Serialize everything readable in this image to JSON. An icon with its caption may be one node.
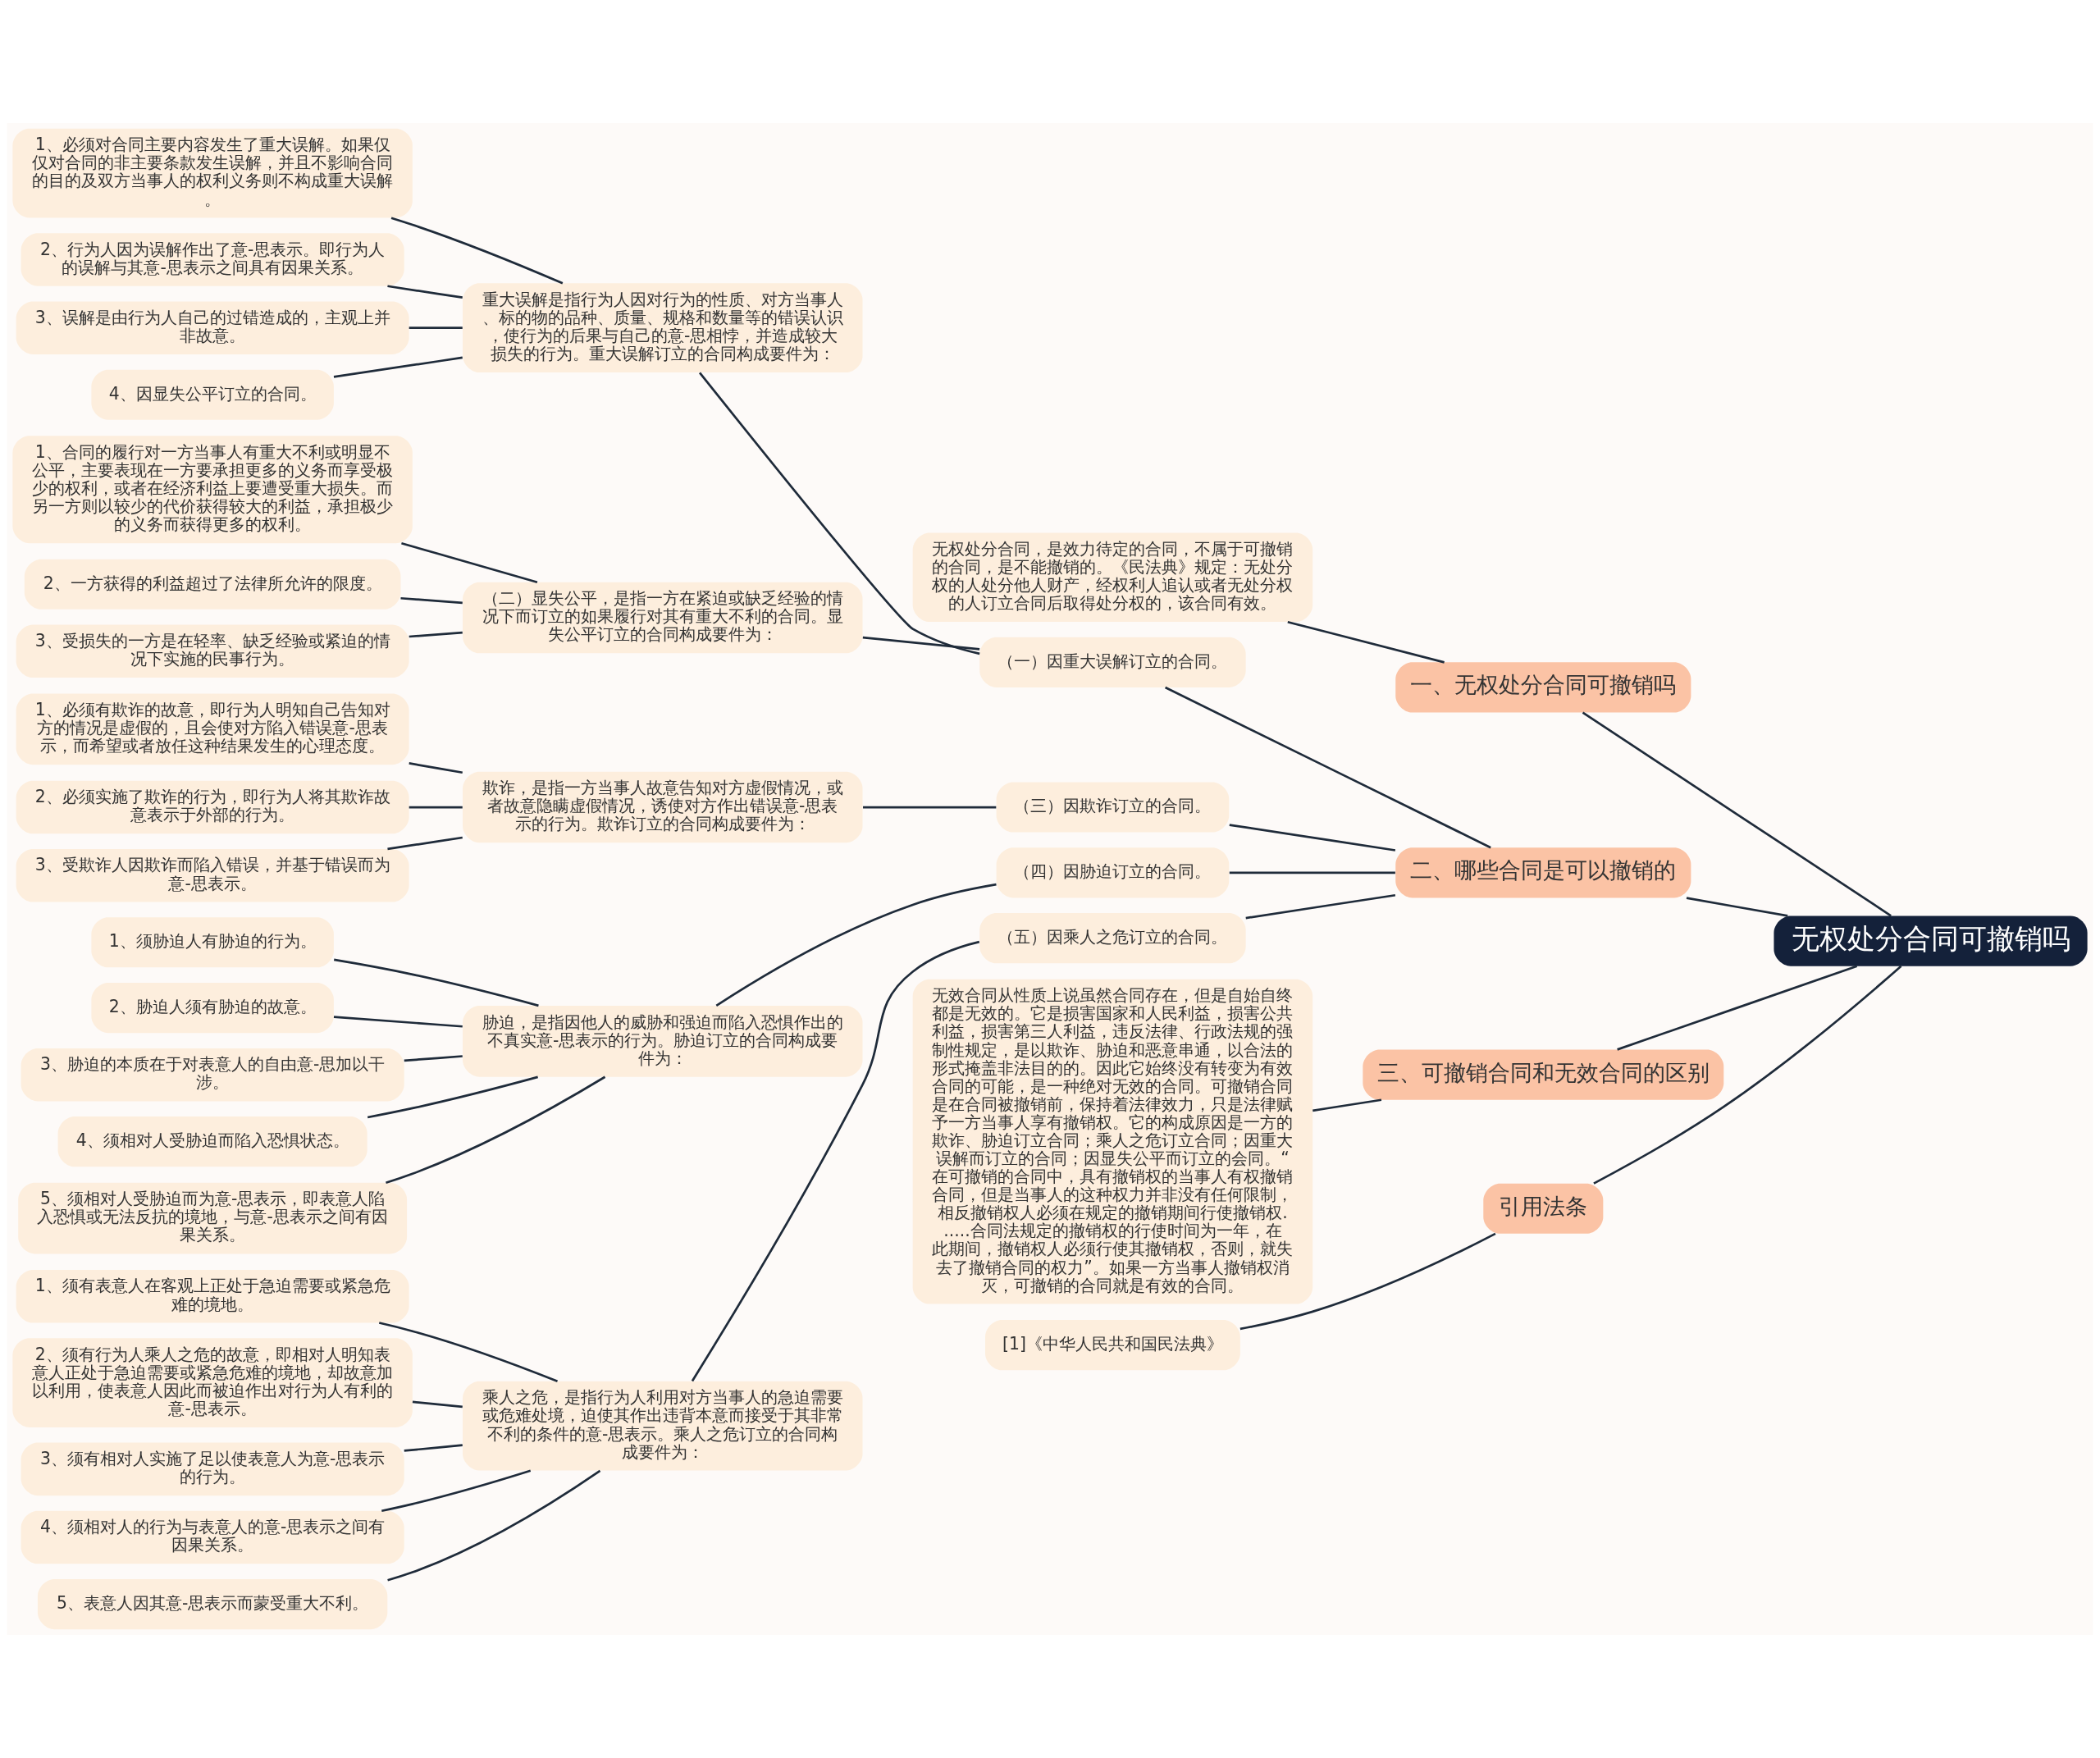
{
  "diagram": {
    "nodes": [
      {
        "text": [
          "无权处分合同可撤销吗"
        ]
      },
      {
        "text": [
          "一、无权处分合同可撤销吗"
        ]
      },
      {
        "text": [
          "无权处分合同，是效力待定的合同，不属于可撤销的合同，是不能撤销的。《民法典》规定：无处分权的人处分他人财产，经权利人追认或者无处分权的人订立合同后取得处分权的，该合同有效。"
        ]
      },
      {
        "text": [
          "二、哪些合同是可以撤销的"
        ]
      },
      {
        "text": [
          "（一）因重大误解订立的合同。"
        ]
      },
      {
        "text": [
          "重大误解是指行为人因对行为的性质、对方当事人、标的物的品种、质量、规格和数量等的错误认识，使行为的后果与自己的意-思相悖，并造成较大损失的行为。重大误解订立的合同构成要件为："
        ]
      },
      {
        "text": [
          "1、必须对合同主要内容发生了重大误解。如果仅仅对合同的非主要条款发生误解，并且不影响合同的目的及双方当事人的权利义务则不构成重大误解。"
        ]
      },
      {
        "text": [
          "2、行为人因为误解作出了意-思表示。即行为人的误解与其意-思表示之间具有因果关系。"
        ]
      },
      {
        "text": [
          "3、误解是由行为人自己的过错造成的，主观上并非故意。"
        ]
      },
      {
        "text": [
          "4、因显失公平订立的合同。"
        ]
      },
      {
        "text": [
          "（二）显失公平，是指一方在紧迫或缺乏经验的情况下而订立的如果履行对其有重大不利的合同。显失公平订立的合同构成要件为："
        ]
      },
      {
        "text": [
          "1、合同的履行对一方当事人有重大不利或明显不公平，主要表现在一方要承担更多的义务而享受极少的权利，或者在经济利益上要遭受重大损失。而另一方则以较少的代价获得较大的利益，承担极少的义务而获得更多的权利。"
        ]
      },
      {
        "text": [
          "2、一方获得的利益超过了法律所允许的限度。"
        ]
      },
      {
        "text": [
          "3、受损失的一方是在轻率、缺乏经验或紧迫的情况下实施的民事行为。"
        ]
      },
      {
        "text": [
          "（三）因欺诈订立的合同。"
        ]
      },
      {
        "text": [
          "欺诈，是指一方当事人故意告知对方虚假情况，或者故意隐瞒虚假情况，诱使对方作出错误意-思表示的行为。欺诈订立的合同构成要件为："
        ]
      },
      {
        "text": [
          "1、必须有欺诈的故意，即行为人明知自己告知对方的情况是虚假的，且会使对方陷入错误意-思表示，而希望或者放任这种结果发生的心理态度。"
        ]
      },
      {
        "text": [
          "2、必须实施了欺诈的行为，即行为人将其欺诈故意表示于外部的行为。"
        ]
      },
      {
        "text": [
          "3、受欺诈人因欺诈而陷入错误，并基于错误而为意-思表示。"
        ]
      },
      {
        "text": [
          "（四）因胁迫订立的合同。"
        ]
      },
      {
        "text": [
          "胁迫，是指因他人的威胁和强迫而陷入恐惧作出的不真实意-思表示的行为。胁迫订立的合同构成要件为："
        ]
      },
      {
        "text": [
          "1、须胁迫人有胁迫的行为。"
        ]
      },
      {
        "text": [
          "2、胁迫人须有胁迫的故意。"
        ]
      },
      {
        "text": [
          "3、胁迫的本质在于对表意人的自由意-思加以干涉。"
        ]
      },
      {
        "text": [
          "4、须相对人受胁迫而陷入恐惧状态。"
        ]
      },
      {
        "text": [
          "5、须相对人受胁迫而为意-思表示，即表意人陷入恐惧或无法反抗的境地，与意-思表示之间有因果关系。"
        ]
      },
      {
        "text": [
          "（五）因乘人之危订立的合同。"
        ]
      },
      {
        "text": [
          "乘人之危，是指行为人利用对方当事人的急迫需要或危难处境，迫使其作出违背本意而接受于其非常不利的条件的意-思表示。乘人之危订立的合同构成要件为："
        ]
      },
      {
        "text": [
          "1、须有表意人在客观上正处于急迫需要或紧急危难的境地。"
        ]
      },
      {
        "text": [
          "2、须有行为人乘人之危的故意，即相对人明知表意人正处于急迫需要或紧急危难的境地，却故意加以利用，使表意人因此而被迫作出对行为人有利的意-思表示。"
        ]
      },
      {
        "text": [
          "3、须有相对人实施了足以使表意人为意-思表示的行为。"
        ]
      },
      {
        "text": [
          "4、须相对人的行为与表意人的意-思表示之间有因果关系。"
        ]
      },
      {
        "text": [
          "5、表意人因其意-思表示而蒙受重大不利。"
        ]
      },
      {
        "text": [
          "三、可撤销合同和无效合同的区别"
        ]
      },
      {
        "text": [
          "无效合同从性质上说虽然合同存在，但是自始自终都是无效的。它是损害国家和人民利益，损害公共利益，损害第三人利益，违反法律、行政法规的强制性规定，是以欺诈、胁迫和恶意串通，以合法的形式掩盖非法目的的。因此它始终没有转变为有效合同的可能，是一种绝对无效的合同。可撤销合同是在合同被撤销前，保持着法律效力，只是法律赋予一方当事人享有撤销权。它的构成原因是一方的欺诈、胁迫订立合同；乘人之危订立合同；因重大误解而订立的合同；因显失公平而订立的会同。“在可撤销的合同中，具有撤销权的当事人有权撤销合同，但是当事人的这种权力并非没有任何限制，相反撤销权人必须在规定的撤销期间行使撤销权......合同法规定的撤销权的行使时间为一年，在此期间，撤销权人必须行使其撤销权，否则，就失去了撤销合同的权力”。如果一方当事人撤销权消灭，可撤销的合同就是有效的合同。"
        ]
      },
      {
        "text": [
          "引用法条"
        ]
      },
      {
        "text": [
          "[1]《中华人民共和国民法典》"
        ]
      }
    ],
    "edges": [
      {
        "from": 0,
        "to": 1,
        "arrow": "none"
      },
      {
        "from": 1,
        "to": 2,
        "arrow": "none"
      },
      {
        "from": 0,
        "to": 3,
        "arrow": "none"
      },
      {
        "from": 3,
        "to": 4,
        "arrow": "none"
      },
      {
        "from": 4,
        "to": 5,
        "arrow": "none"
      },
      {
        "from": 5,
        "to": 6,
        "arrow": "none"
      },
      {
        "from": 5,
        "to": 7,
        "arrow": "none"
      },
      {
        "from": 5,
        "to": 8,
        "arrow": "none"
      },
      {
        "from": 5,
        "to": 9,
        "arrow": "none"
      },
      {
        "from": 4,
        "to": 10,
        "arrow": "none"
      },
      {
        "from": 10,
        "to": 11,
        "arrow": "none"
      },
      {
        "from": 10,
        "to": 12,
        "arrow": "none"
      },
      {
        "from": 10,
        "to": 13,
        "arrow": "none"
      },
      {
        "from": 3,
        "to": 14,
        "arrow": "none"
      },
      {
        "from": 14,
        "to": 15,
        "arrow": "none"
      },
      {
        "from": 15,
        "to": 16,
        "arrow": "none"
      },
      {
        "from": 15,
        "to": 17,
        "arrow": "none"
      },
      {
        "from": 15,
        "to": 18,
        "arrow": "none"
      },
      {
        "from": 3,
        "to": 19,
        "arrow": "none"
      },
      {
        "from": 19,
        "to": 20,
        "arrow": "none"
      },
      {
        "from": 20,
        "to": 21,
        "arrow": "none"
      },
      {
        "from": 20,
        "to": 22,
        "arrow": "none"
      },
      {
        "from": 20,
        "to": 23,
        "arrow": "none"
      },
      {
        "from": 20,
        "to": 24,
        "arrow": "none"
      },
      {
        "from": 20,
        "to": 25,
        "arrow": "none"
      },
      {
        "from": 3,
        "to": 26,
        "arrow": "none"
      },
      {
        "from": 26,
        "to": 27,
        "arrow": "none"
      },
      {
        "from": 27,
        "to": 28,
        "arrow": "none"
      },
      {
        "from": 27,
        "to": 29,
        "arrow": "none"
      },
      {
        "from": 27,
        "to": 30,
        "arrow": "none"
      },
      {
        "from": 27,
        "to": 31,
        "arrow": "none"
      },
      {
        "from": 27,
        "to": 32,
        "arrow": "none"
      },
      {
        "from": 0,
        "to": 33,
        "arrow": "none"
      },
      {
        "from": 33,
        "to": 34,
        "arrow": "none"
      },
      {
        "from": 0,
        "to": 35,
        "arrow": "none"
      },
      {
        "from": 35,
        "to": 36,
        "arrow": "none"
      }
    ]
  }
}
